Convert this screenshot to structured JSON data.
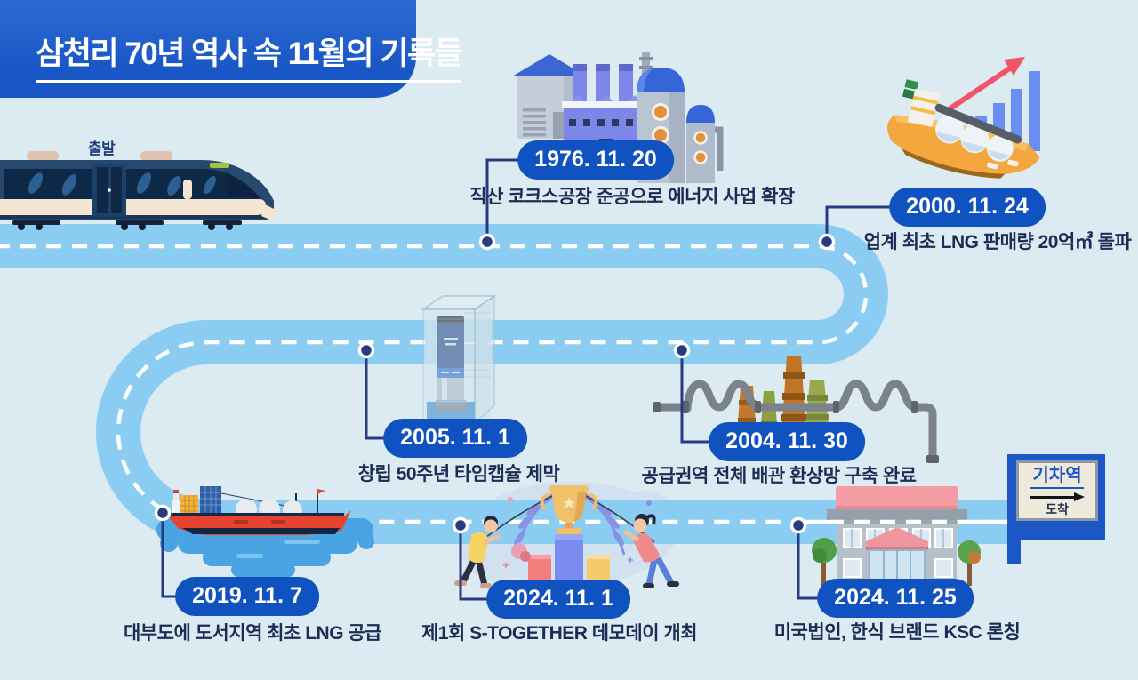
{
  "title": "삼천리 70년 역사 속 11월의 기록들",
  "train": {
    "label": "출발"
  },
  "station": {
    "name": "기차역",
    "direction": "도착"
  },
  "milestones": [
    {
      "date": "1976. 11. 20",
      "description": "직산 코크스공장 준공으로 에너지 사업 확장",
      "illustration": "coke-plant"
    },
    {
      "date": "2000. 11. 24",
      "description": "업계 최초 LNG 판매량 20억㎥ 돌파",
      "illustration": "lng-ship-growth-chart"
    },
    {
      "date": "2005. 11. 1",
      "description": "창립 50주년 타임캡슐 제막",
      "illustration": "time-capsule"
    },
    {
      "date": "2004. 11. 30",
      "description": "공급권역 전체 배관 환상망 구축 완료",
      "illustration": "pipeline-network"
    },
    {
      "date": "2019. 11. 7",
      "description": "대부도에 도서지역 최초 LNG 공급",
      "illustration": "lng-carrier-ship"
    },
    {
      "date": "2024. 11. 1",
      "description": "제1회 S-TOGETHER 데모데이 개최",
      "illustration": "demo-day-trophy"
    },
    {
      "date": "2024. 11. 25",
      "description": "미국법인, 한식 브랜드 KSC 론칭",
      "illustration": "korean-restaurant"
    }
  ],
  "colors": {
    "background": "#dceaf2",
    "banner_blue": "#1d5cc8",
    "badge_blue": "#1152c1",
    "road": "#8bcdf2",
    "road_dash": "#ffffff",
    "connector_navy": "#283a80",
    "text_navy": "#1d2c55",
    "water_blue": "#4aa3e3"
  }
}
